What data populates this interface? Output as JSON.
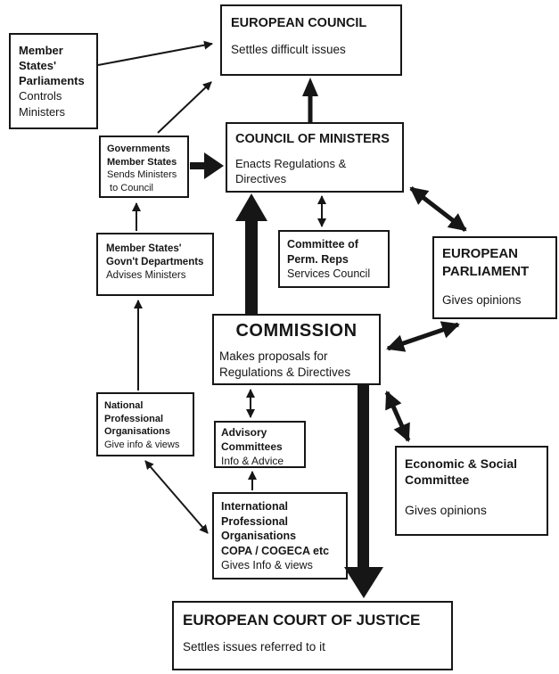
{
  "colors": {
    "ink": "#161616",
    "paper": "#ffffff"
  },
  "boxes": {
    "member_states_parliaments": {
      "title": "Member\nStates'\nParliaments",
      "body": "Controls\nMinisters"
    },
    "european_council": {
      "title": "EUROPEAN COUNCIL",
      "body": "Settles difficult issues"
    },
    "governments": {
      "title": "Governments\nMember States",
      "body": "Sends Ministers\n to Council"
    },
    "council_of_ministers": {
      "title": "COUNCIL OF MINISTERS",
      "body": "Enacts Regulations &\nDirectives"
    },
    "member_states_govt_departments": {
      "title": "Member States'\nGovn't Departments",
      "body": "Advises Ministers"
    },
    "committee_of_perm_reps": {
      "title": "Committee of\nPerm. Reps",
      "body": "Services Council"
    },
    "european_parliament": {
      "title": "EUROPEAN\nPARLIAMENT",
      "body": "Gives opinions"
    },
    "commission": {
      "title": "COMMISSION",
      "body": "Makes proposals for\nRegulations & Directives"
    },
    "national_professional_organisations": {
      "title": "National\nProfessional\nOrganisations",
      "body": "Give info & views"
    },
    "advisory_committees": {
      "title": "Advisory\nCommittees",
      "body": "Info & Advice"
    },
    "economic_social_committee": {
      "title": "Economic & Social\nCommittee",
      "body": "Gives opinions"
    },
    "international_professional_organisations": {
      "title": "International\nProfessional\nOrganisations\nCOPA / COGECA etc",
      "body": "Gives Info & views"
    },
    "european_court_of_justice": {
      "title": "EUROPEAN COURT OF JUSTICE",
      "body": "Settles issues referred to it"
    }
  }
}
